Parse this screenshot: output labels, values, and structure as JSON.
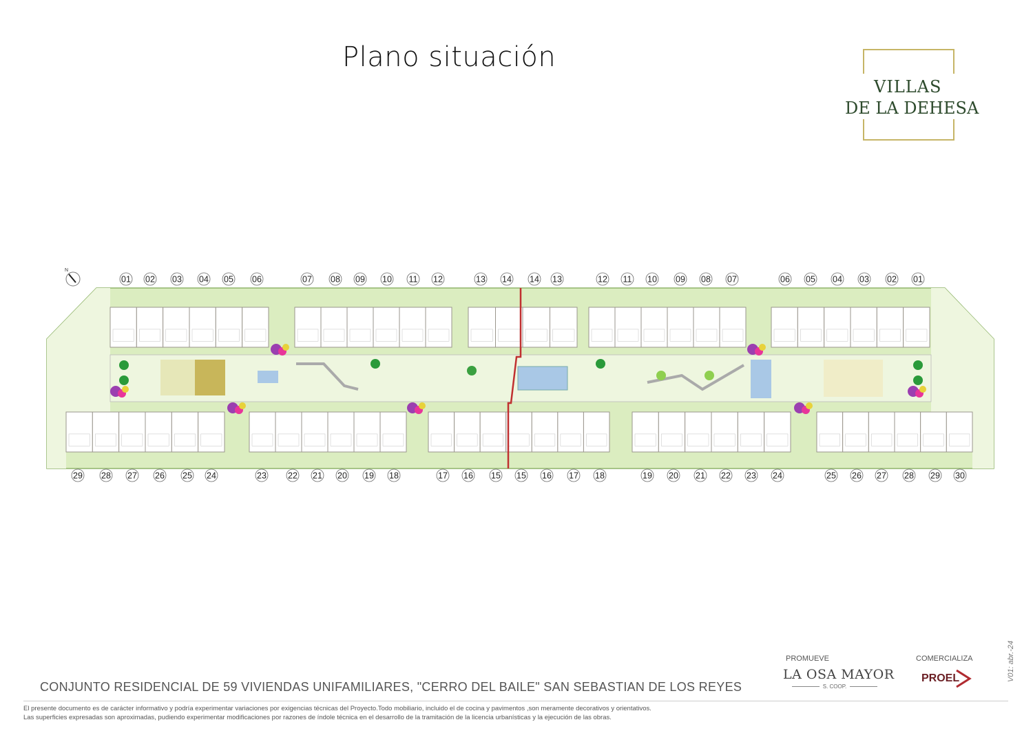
{
  "header": {
    "title": "Plano situación"
  },
  "logo": {
    "line1": "VILLAS",
    "line2": "DE LA DEHESA",
    "frame_color": "#c6b566",
    "text_color": "#2d4a2c"
  },
  "plan": {
    "north_label": "N",
    "top_labels": [
      "01",
      "02",
      "03",
      "04",
      "05",
      "06",
      "07",
      "08",
      "09",
      "10",
      "11",
      "12",
      "13",
      "14",
      "14",
      "13",
      "12",
      "11",
      "10",
      "09",
      "08",
      "07",
      "06",
      "05",
      "04",
      "03",
      "02",
      "01"
    ],
    "bottom_labels": [
      "29",
      "28",
      "27",
      "26",
      "25",
      "24",
      "23",
      "22",
      "21",
      "20",
      "19",
      "18",
      "17",
      "16",
      "15",
      "15",
      "16",
      "17",
      "18",
      "19",
      "20",
      "21",
      "22",
      "23",
      "24",
      "25",
      "26",
      "27",
      "28",
      "29",
      "30"
    ],
    "colors": {
      "grass": "#dbedc0",
      "lawn_light": "#eef6df",
      "unit": "#ffffff",
      "wall": "#9a958c",
      "divider": "#c03030",
      "pool": "#a9c8e6"
    }
  },
  "footer": {
    "project_title": "CONJUNTO RESIDENCIAL DE 59 VIVIENDAS UNIFAMILIARES, \"CERRO DEL BAILE\" SAN SEBASTIAN DE LOS REYES",
    "disclaimer_1": "El presente documento es de carácter informativo y podría experimentar variaciones por exigencias técnicas del Proyecto.Todo mobiliario, incluido el de cocina y pavimentos ,son meramente decorativos y orientativos.",
    "disclaimer_2": "Las superficies expresadas son aproximadas, pudiendo experimentar modificaciones por razones de índole técnica en el desarrollo de la tramitación de la licencia urbanísticas y la ejecución de las obras.",
    "promueve_label": "PROMUEVE",
    "promoter_name": "LA OSA MAYOR",
    "promoter_suffix": "S. COOP.",
    "comercializa_label": "COMERCIALIZA",
    "seller_name": "PROEL",
    "version": "V01: abr.-24"
  }
}
